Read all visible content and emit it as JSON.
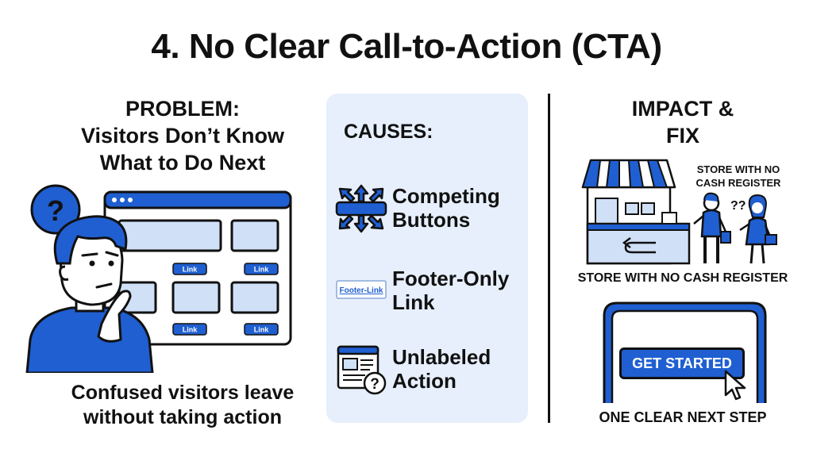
{
  "title": "4. No Clear Call-to-Action (CTA)",
  "problem": {
    "heading": [
      "PROBLEM:",
      "Visitors Don’t Know",
      "What to Do Next"
    ],
    "question_mark": "?",
    "link_label": "Link",
    "caption": [
      "Confused visitors leave",
      "without taking action"
    ]
  },
  "causes": {
    "heading": "CAUSES:",
    "items": [
      {
        "icon": "competing-arrows-icon",
        "label": [
          "Competing",
          "Buttons"
        ]
      },
      {
        "icon": "footer-link-icon",
        "icon_text": "Footer-Link",
        "label": [
          "Footer-Only",
          "Link"
        ]
      },
      {
        "icon": "unlabeled-window-icon",
        "icon_text": "?",
        "label": [
          "Unlabeled",
          "Action"
        ]
      }
    ]
  },
  "impact": {
    "heading": [
      "IMPACT &",
      "FIX"
    ],
    "store_note": [
      "STORE WITH NO",
      "CASH REGISTER"
    ],
    "store_question": "??",
    "store_caption": "STORE WITH NO CASH REGISTER",
    "cta_button": "GET STARTED",
    "fix_caption": "ONE CLEAR NEXT STEP"
  },
  "colors": {
    "accent_blue": "#1f5fd1",
    "light_blue": "#cfe0f7",
    "panel_blue": "#e6effb",
    "ink": "#111111"
  }
}
